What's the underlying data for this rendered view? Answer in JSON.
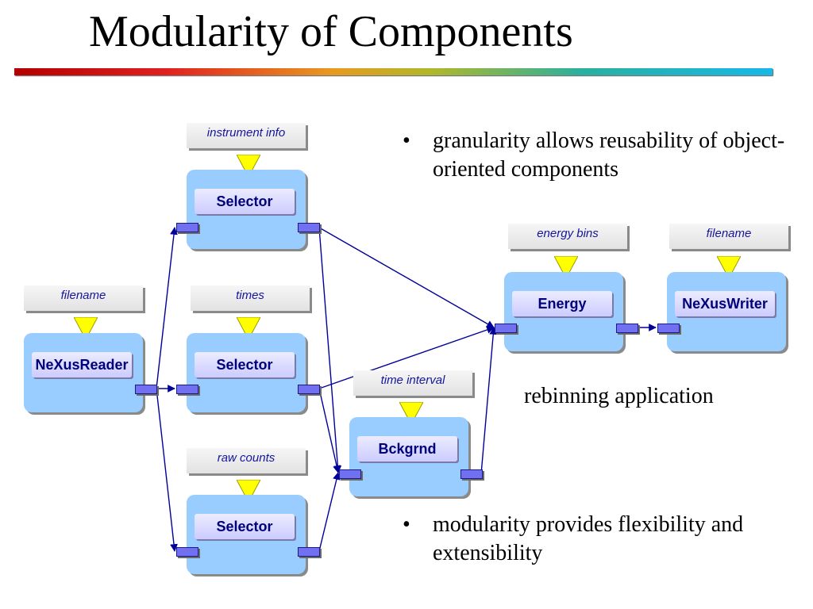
{
  "title": "Modularity of Components",
  "bullets": [
    "granularity allows reusability of object-oriented components",
    "modularity provides flexibility and extensibility"
  ],
  "bullet_symbol": "•",
  "caption": "rebinning application",
  "modules": {
    "reader": "NeXusReader",
    "selector_top": "Selector",
    "selector_mid": "Selector",
    "selector_bottom": "Selector",
    "background": "Bckgrnd",
    "energy": "Energy",
    "writer": "NeXusWriter"
  },
  "inputs": {
    "reader": "filename",
    "selector_top": "instrument info",
    "selector_mid": "times",
    "selector_bottom": "raw counts",
    "background": "time interval",
    "energy": "energy bins",
    "writer": "filename"
  },
  "colors": {
    "module_fill": "#99ccff",
    "module_name_text": "#00007a",
    "port_fill": "#7070f0",
    "input_arrow": "#ffff00",
    "wire": "#000099"
  }
}
